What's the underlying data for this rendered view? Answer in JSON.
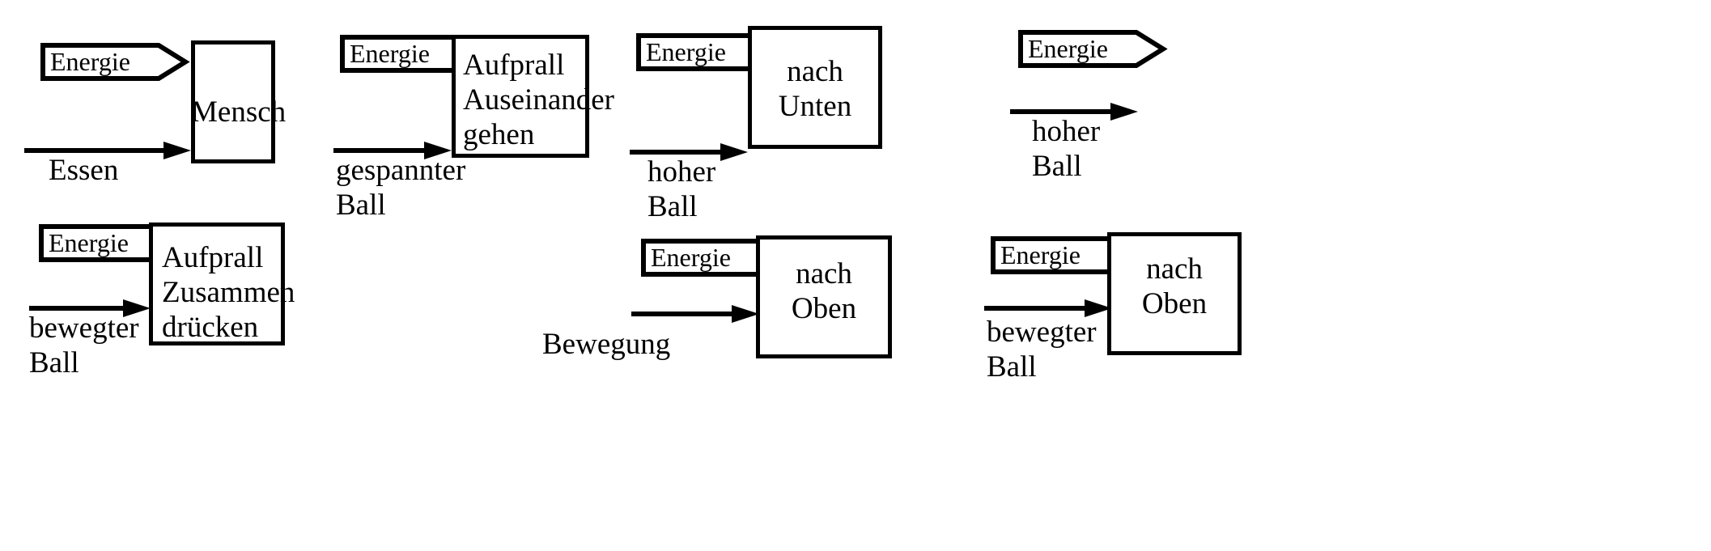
{
  "diagram": {
    "title": "Energie-Fluss Blockdiagramme",
    "stroke_color": "#000000",
    "background_color": "#ffffff",
    "energy_tag_label": "Energie",
    "units": [
      {
        "id": "unit-1",
        "row": 1,
        "energy_label": "Energie",
        "flow_label": "Essen",
        "box_text": "Mensch",
        "box_align": "center",
        "has_box": true
      },
      {
        "id": "unit-2",
        "row": 1,
        "energy_label": "Energie",
        "flow_label": "gespannter\nBall",
        "box_text": "Aufprall\nAuseinander\ngehen",
        "box_align": "left",
        "has_box": true
      },
      {
        "id": "unit-3",
        "row": 1,
        "energy_label": "Energie",
        "flow_label": "hoher\nBall",
        "box_text": "nach\nUnten",
        "box_align": "center",
        "has_box": true
      },
      {
        "id": "unit-4",
        "row": 1,
        "energy_label": "Energie",
        "flow_label": "hoher\nBall",
        "box_text": "",
        "box_align": "center",
        "has_box": false
      },
      {
        "id": "unit-5",
        "row": 2,
        "energy_label": "Energie",
        "flow_label": "bewegter\nBall",
        "box_text": "Aufprall\nZusammen\ndrücken",
        "box_align": "left",
        "has_box": true
      },
      {
        "id": "unit-6",
        "row": 2,
        "energy_label": "Energie",
        "flow_label": "Bewegung",
        "box_text": "nach\nOben",
        "box_align": "center",
        "has_box": true
      },
      {
        "id": "unit-7",
        "row": 2,
        "energy_label": "Energie",
        "flow_label": "bewegter\nBall",
        "box_text": "nach\nOben",
        "box_align": "center",
        "has_box": true
      }
    ]
  }
}
